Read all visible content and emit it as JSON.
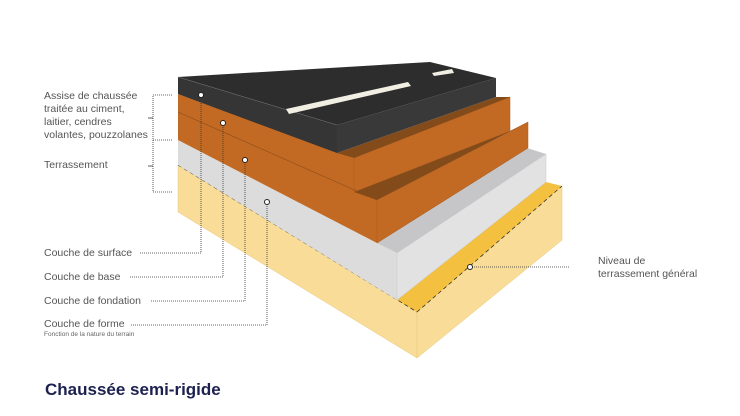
{
  "labels": {
    "assise": [
      "Assise de chaussée",
      "traitée au ciment,",
      "laitier, cendres",
      "volantes, pouzzolanes"
    ],
    "terrassement": "Terrassement",
    "surface": "Couche de surface",
    "base": "Couche de base",
    "fondation": "Couche de fondation",
    "forme": "Couche de forme",
    "forme_note": "Fonction de la nature du terrain",
    "niveau": [
      "Niveau de",
      "terrassement général"
    ]
  },
  "title": "Chaussée semi-rigide",
  "colors": {
    "surface": "#353535",
    "base": "#c26a23",
    "base_dark": "#834a1a",
    "fondation": "#dcdcdc",
    "forme": "#f8dc98",
    "niveau": "#f3c13f",
    "title": "#1c2150"
  }
}
